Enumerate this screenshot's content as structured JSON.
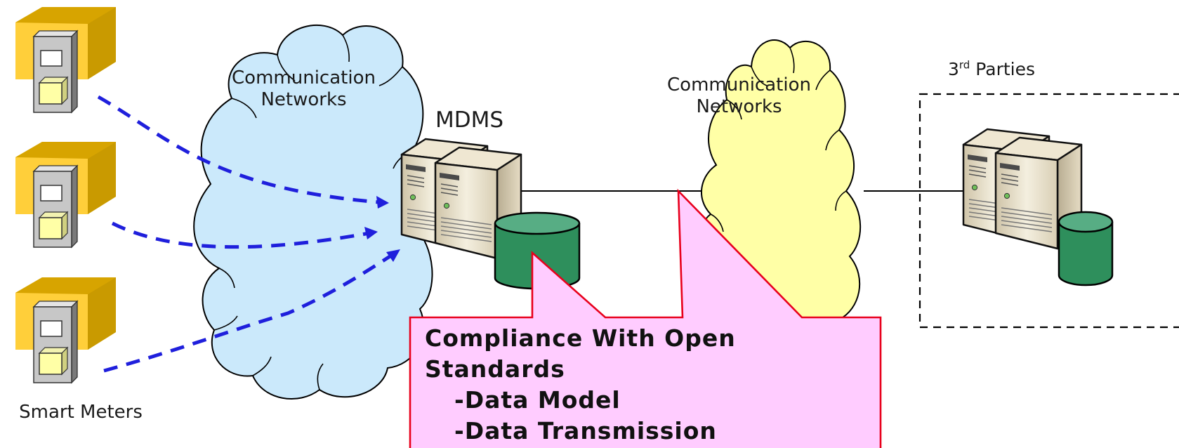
{
  "labels": {
    "network_left_line1": "Communication",
    "network_left_line2": "Networks",
    "network_right_line1": "Communication",
    "network_right_line2": "Networks",
    "mdms": "MDMS",
    "third_parties_prefix": "3",
    "third_parties_sup": "rd",
    "third_parties_rest": " Parties",
    "smart_meters": "Smart Meters"
  },
  "callout": {
    "line1": "Compliance With Open",
    "line2": "Standards",
    "line3": "-Data Model",
    "line4": "-Data Transmission"
  },
  "colors": {
    "cloud_left": "#cbe9fb",
    "cloud_right": "#ffffa6",
    "callout_fill": "#ffccff",
    "callout_border": "#e8001c",
    "arrow": "#1f1fdc",
    "database": "#2e8f5c",
    "house": "#e5b300",
    "meter_window": "#ffffa6"
  }
}
